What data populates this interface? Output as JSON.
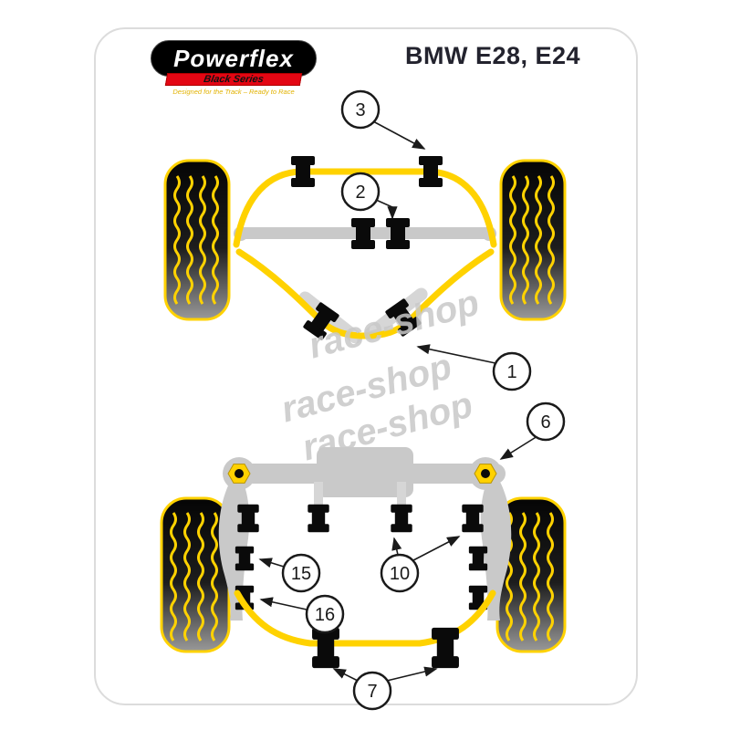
{
  "header": {
    "title": "BMW E28, E24",
    "logo": {
      "brand": "Powerflex",
      "series": "Black Series",
      "tagline": "Designed for the Track – Ready to Race"
    }
  },
  "watermark": {
    "text": "race-shop"
  },
  "callouts": [
    {
      "number": "3"
    },
    {
      "number": "2"
    },
    {
      "number": "1"
    },
    {
      "number": "6"
    },
    {
      "number": "10"
    },
    {
      "number": "15"
    },
    {
      "number": "16"
    },
    {
      "number": "7"
    }
  ],
  "colors": {
    "yellow": "#FFD200",
    "red": "#E30613",
    "gray": "#C9C9C9",
    "wm": "#C8C8C8",
    "ink": "#0A0A0A"
  }
}
